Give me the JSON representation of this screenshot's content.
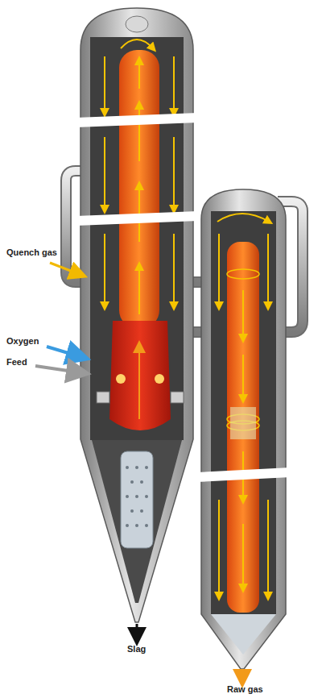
{
  "diagram": {
    "labels": [
      "Quench gas",
      "Oxygen",
      "Feed",
      "Slag",
      "Raw gas"
    ]
  }
}
